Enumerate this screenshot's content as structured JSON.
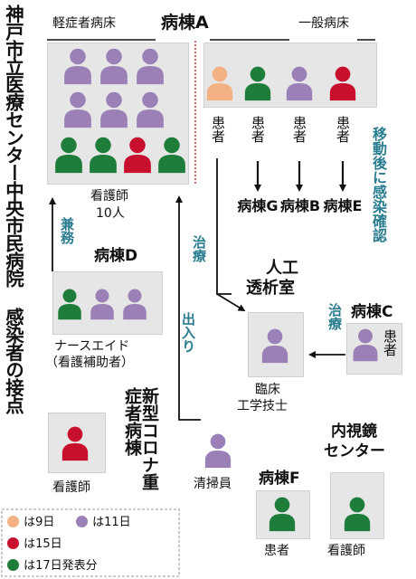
{
  "title": "神戸市立医療センター中央市民病院 感染者の接点",
  "ward_a": {
    "label": "病棟A",
    "mild_label": "軽症者病床",
    "general_label": "一般病床",
    "nurses_caption_1": "看護師",
    "nurses_caption_2": "10人"
  },
  "patients_a": {
    "p1": "患者",
    "p2": "患者",
    "p3": "患者",
    "p4": "患者"
  },
  "wards_after": [
    "病棟G",
    "病棟B",
    "病棟E"
  ],
  "moved_note": "移動後に感染確認",
  "ward_d": {
    "label": "病棟D",
    "dual": "兼務",
    "caption_1": "ナースエイド",
    "caption_2": "（看護補助者）"
  },
  "treatment_1": "治療",
  "treatment_2": "治療",
  "in_out": "出入り",
  "dialysis": {
    "label_1": "人工",
    "label_2": "透析室",
    "caption_1": "臨床",
    "caption_2": "工学技士"
  },
  "ward_c": {
    "label": "病棟C",
    "patient": "患者"
  },
  "corona_ward": {
    "label": "新型コロナ重症者病棟",
    "caption": "看護師"
  },
  "cleaner": "清掃員",
  "ward_f": {
    "label": "病棟F",
    "caption": "患者"
  },
  "endoscopy": {
    "label_1": "内視鏡",
    "label_2": "センター",
    "caption": "看護師"
  },
  "legend": [
    {
      "color": "#f4b183",
      "text": "は9日"
    },
    {
      "color": "#9b7fb7",
      "text": "は11日"
    },
    {
      "color": "#c8102e",
      "text": "は15日"
    },
    {
      "color": "#1e7d3a",
      "text": "は17日発表分"
    }
  ],
  "colors": {
    "orange": "#f4b183",
    "purple": "#9b7fb7",
    "red": "#c8102e",
    "green": "#1e7d3a",
    "accent_teal": "#2a7d8f",
    "divider_red": "#c0392b"
  }
}
